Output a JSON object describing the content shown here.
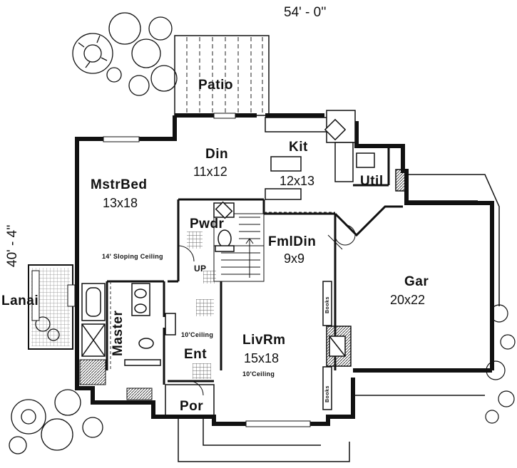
{
  "overall_width": "54' - 0''",
  "overall_depth": "40' - 4''",
  "rooms": {
    "patio": {
      "name": "Patio"
    },
    "dining": {
      "name": "Din",
      "size": "11x12"
    },
    "kitchen": {
      "name": "Kit",
      "size": "12x13"
    },
    "utility": {
      "name": "Util"
    },
    "master_bed": {
      "name": "MstrBed",
      "size": "13x18",
      "note": "14' Sloping Ceiling"
    },
    "powder": {
      "name": "Pwdr"
    },
    "formal_dining": {
      "name": "FmlDin",
      "size": "9x9"
    },
    "garage": {
      "name": "Gar",
      "size": "20x22"
    },
    "lanai": {
      "name": "Lanai"
    },
    "master_bath": {
      "name": "Master"
    },
    "entry": {
      "name": "Ent",
      "note": "10'Ceiling"
    },
    "living": {
      "name": "LivRm",
      "size": "15x18",
      "note": "10'Ceiling"
    },
    "porch": {
      "name": "Por"
    }
  },
  "stair_label": "UP",
  "books_label": "Books"
}
